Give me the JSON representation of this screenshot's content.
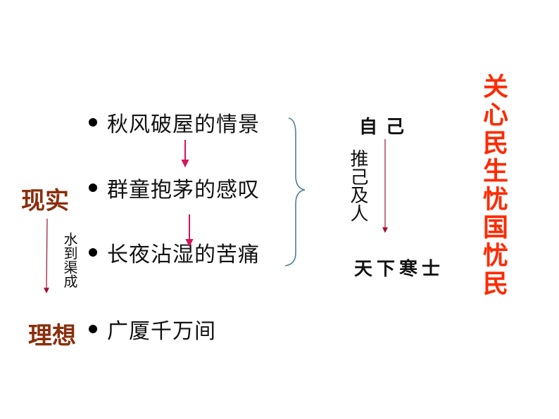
{
  "slide": {
    "rows": [
      {
        "text": "秋风破屋的情景"
      },
      {
        "text": "群童抱茅的感叹"
      },
      {
        "text": "长夜沾湿的苦痛"
      },
      {
        "text": "广厦千万间"
      }
    ],
    "left_labels": {
      "reality": "现实",
      "ideal": "理想",
      "transition": "水到渠成"
    },
    "middle": {
      "top": "自己",
      "vertical": "推己及人",
      "bottom": "天下寒士"
    },
    "right_vertical": "关心民生忧国忧民",
    "colors": {
      "label_brown": "#8a2e0c",
      "arrow_crimson": "#d6145a",
      "arrow_dark_red": "#9e1030",
      "brace_teal": "#4f7f8f",
      "right_red": "#ff2a00"
    }
  }
}
